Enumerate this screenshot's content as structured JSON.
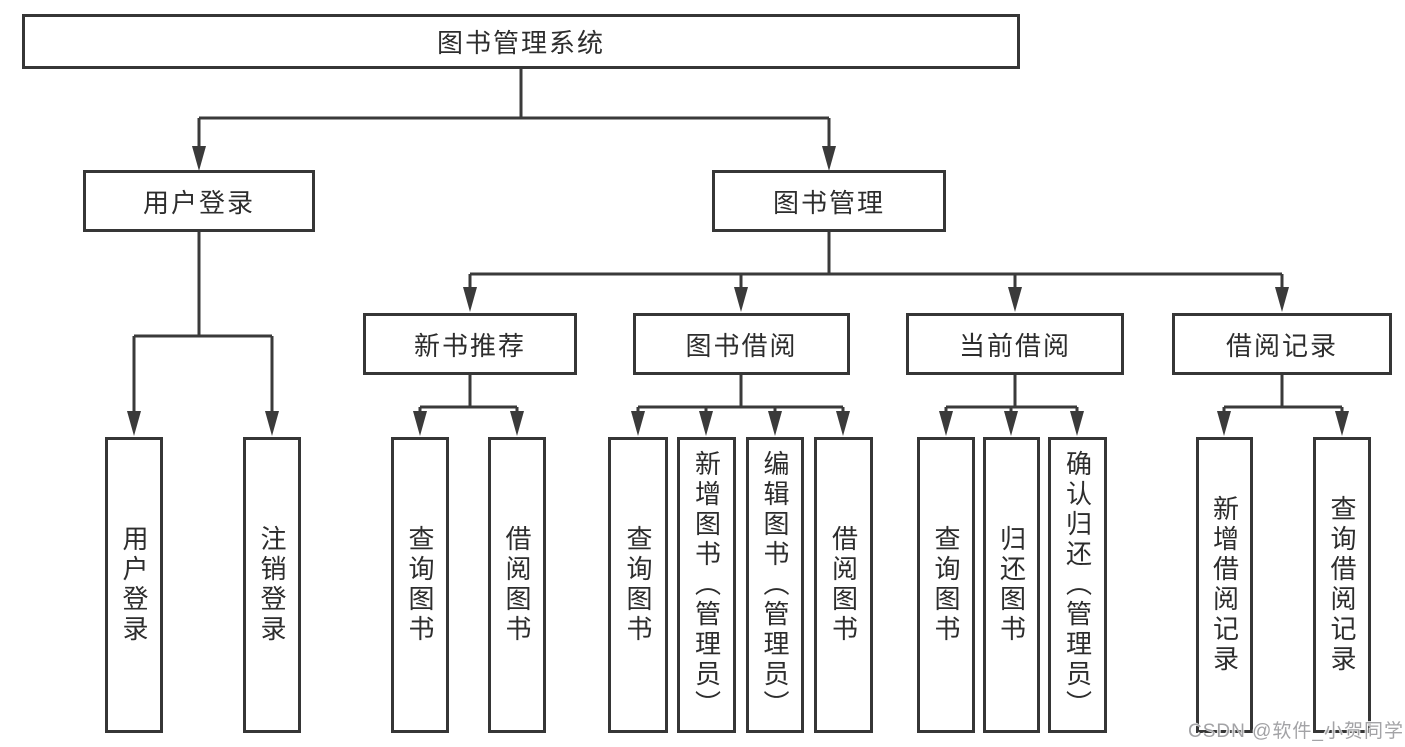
{
  "root": {
    "label": "图书管理系统"
  },
  "level2": {
    "user_login": {
      "label": "用户登录"
    },
    "book_mgmt": {
      "label": "图书管理"
    }
  },
  "level3": {
    "new_book_rec": {
      "label": "新书推荐"
    },
    "book_borrow": {
      "label": "图书借阅"
    },
    "current_borrow": {
      "label": "当前借阅"
    },
    "borrow_record": {
      "label": "借阅记录"
    }
  },
  "leaves": {
    "login_user": {
      "label": "用户登录"
    },
    "login_logout": {
      "label": "注销登录"
    },
    "rec_query": {
      "label": "查询图书"
    },
    "rec_borrow": {
      "label": "借阅图书"
    },
    "bb_query": {
      "label": "查询图书"
    },
    "bb_add": {
      "label": "新增图书（管理员）"
    },
    "bb_edit": {
      "label": "编辑图书（管理员）"
    },
    "bb_borrow": {
      "label": "借阅图书"
    },
    "cb_query": {
      "label": "查询图书"
    },
    "cb_return": {
      "label": "归还图书"
    },
    "cb_confirm": {
      "label": "确认归还（管理员）"
    },
    "br_add": {
      "label": "新增借阅记录"
    },
    "br_query": {
      "label": "查询借阅记录"
    }
  },
  "watermark": {
    "text": "CSDN @软件_小贺同学"
  },
  "colors": {
    "line": "#3a3a3a",
    "border": "#363636",
    "text": "#2d2d2d",
    "watermark": "#a3a3a6",
    "background": "#ffffff"
  }
}
